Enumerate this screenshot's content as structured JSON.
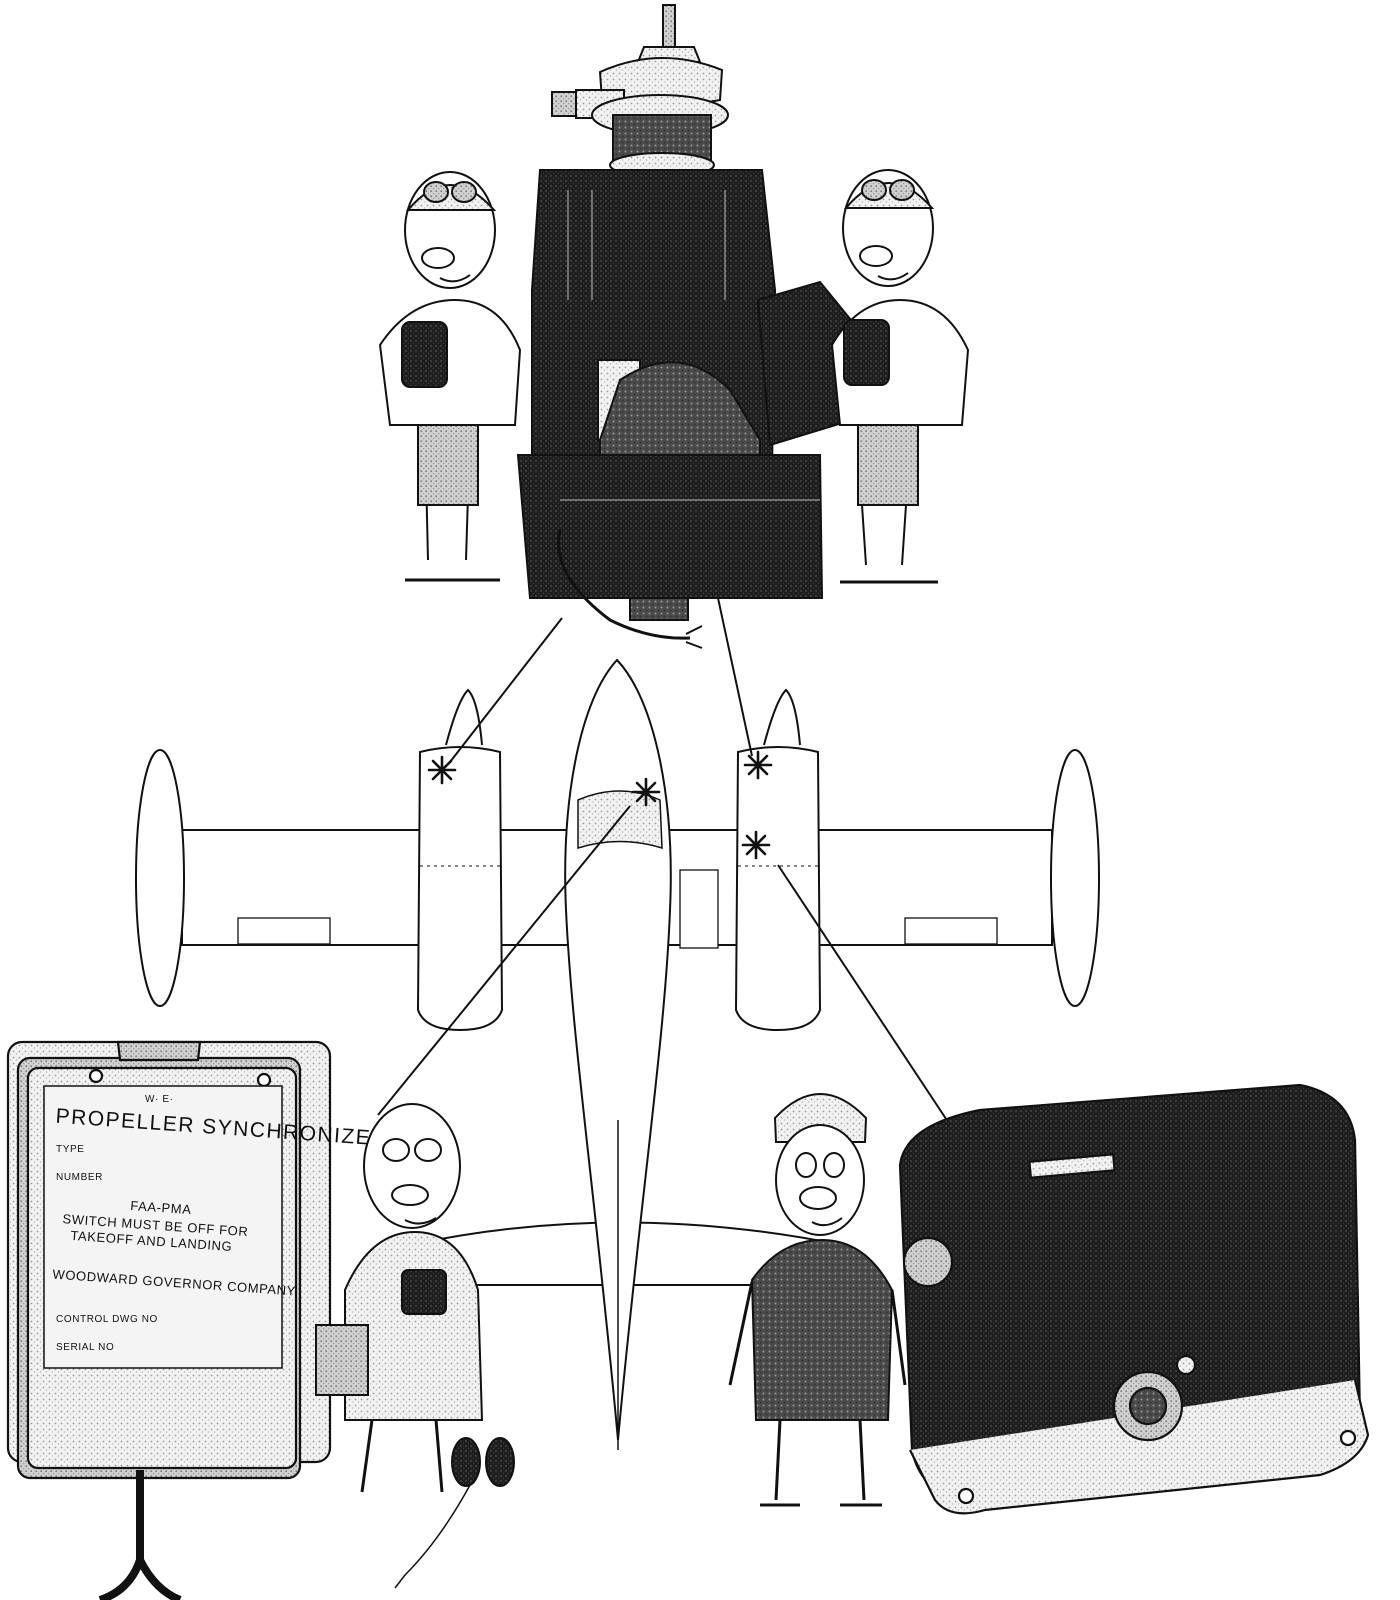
{
  "synchronizer_plate": {
    "header": "W· E·",
    "title": "PROPELLER SYNCHRONIZER",
    "type_label": "TYPE",
    "number_label": "NUMBER",
    "approval": "FAA-PMA",
    "warning_line1": "SWITCH MUST BE OFF FOR",
    "warning_line2": "TAKEOFF AND LANDING",
    "manufacturer": "WOODWARD GOVERNOR COMPANY",
    "control_drawing_label": "CONTROL DWG NO",
    "serial_label": "SERIAL NO"
  },
  "colors": {
    "ink": "#111111",
    "paper": "#ffffff",
    "shade": "#7a7a7a"
  },
  "icons": {
    "installation_marker": "asterisk"
  }
}
